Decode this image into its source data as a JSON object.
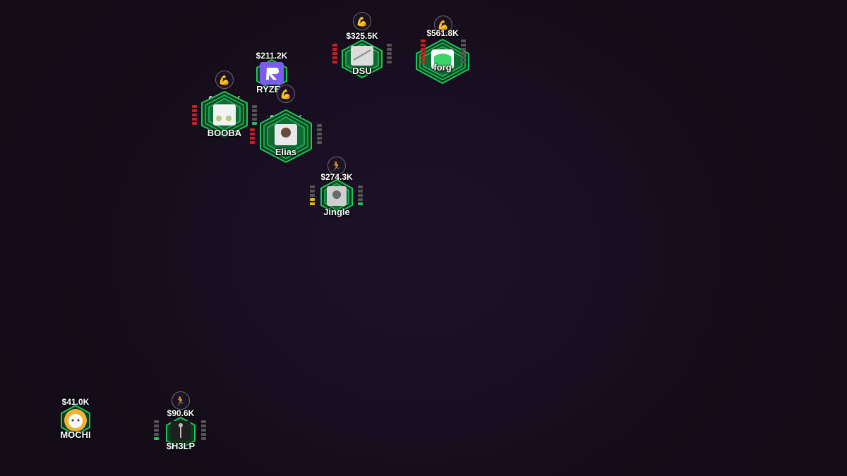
{
  "colors": {
    "background": "#140d19",
    "hex_ring": "#20c25b",
    "hex_ring_dark": "#0f6b33",
    "bar_red": "#c8201f",
    "bar_gray": "#555555",
    "bar_green": "#22c55e",
    "bar_yellow": "#eab308",
    "ryzer_tile": "#7c5cf0"
  },
  "players": [
    {
      "id": "forg",
      "name": "forg",
      "value": "$561.8K",
      "status": "flex-arm-icon",
      "left_bars": [
        "red",
        "red",
        "red",
        "red",
        "red",
        "red"
      ],
      "right_bars": [
        "gray",
        "gray",
        "gray",
        "gray",
        "gray",
        "gray"
      ]
    },
    {
      "id": "dsu",
      "name": "DSU",
      "value": "$325.5K",
      "status": "flex-arm-icon",
      "left_bars": [
        "red",
        "red",
        "red",
        "red",
        "red"
      ],
      "right_bars": [
        "gray",
        "gray",
        "gray",
        "gray",
        "gray"
      ]
    },
    {
      "id": "ryzer",
      "name": "RYZER",
      "value": "$211.2K",
      "status": "",
      "left_bars": [],
      "right_bars": []
    },
    {
      "id": "booba",
      "name": "BOOBA",
      "value": "$139.0K",
      "status": "flex-arm-icon",
      "left_bars": [
        "red",
        "red",
        "red",
        "red",
        "red"
      ],
      "right_bars": [
        "gray",
        "gray",
        "gray",
        "gray",
        "green"
      ]
    },
    {
      "id": "elias",
      "name": "Elias",
      "value": "$163.8K",
      "status": "flex-arm-icon",
      "left_bars": [
        "red",
        "red",
        "red",
        "red"
      ],
      "right_bars": [
        "gray",
        "gray",
        "gray",
        "gray",
        "gray"
      ]
    },
    {
      "id": "jingle",
      "name": "Jingle",
      "value": "$274.3K",
      "status": "running-icon",
      "left_bars": [
        "gray",
        "gray",
        "gray",
        "yellow",
        "yellow"
      ],
      "right_bars": [
        "gray",
        "gray",
        "gray",
        "gray",
        "green"
      ]
    },
    {
      "id": "mochi",
      "name": "MOCHI",
      "value": "$41.0K",
      "status": "",
      "left_bars": [],
      "right_bars": []
    },
    {
      "id": "h3lp",
      "name": "$H3LP",
      "value": "$90.6K",
      "status": "running-icon",
      "left_bars": [
        "gray",
        "gray",
        "gray",
        "gray",
        "green"
      ],
      "right_bars": [
        "gray",
        "gray",
        "gray",
        "gray",
        "gray"
      ]
    }
  ]
}
